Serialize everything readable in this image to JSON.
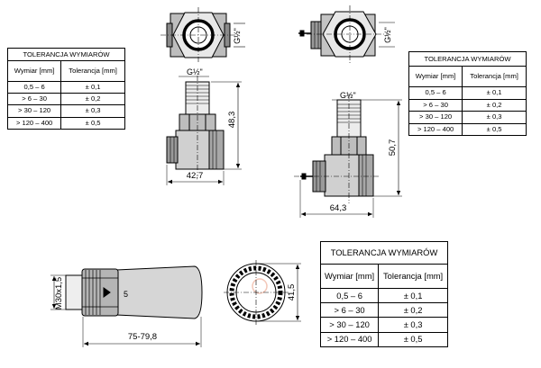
{
  "tables": [
    {
      "title": "TOLERANCJA WYMIARÓW",
      "col_headers": [
        "Wymiar [mm]",
        "Tolerancja [mm]"
      ],
      "rows": [
        {
          "range": "0,5 – 6",
          "tol": "± 0,1"
        },
        {
          "range": "> 6 – 30",
          "tol": "± 0,2"
        },
        {
          "range": "> 30 – 120",
          "tol": "± 0,3"
        },
        {
          "range": "> 120 – 400",
          "tol": "± 0,5"
        }
      ]
    },
    {
      "title": "TOLERANCJA WYMIARÓW",
      "col_headers": [
        "Wymiar [mm]",
        "Tolerancja [mm]"
      ],
      "rows": [
        {
          "range": "0,5 – 6",
          "tol": "± 0,1"
        },
        {
          "range": "> 6 – 30",
          "tol": "± 0,2"
        },
        {
          "range": "> 30 – 120",
          "tol": "± 0,3"
        },
        {
          "range": "> 120 – 400",
          "tol": "± 0,5"
        }
      ]
    },
    {
      "title": "TOLERANCJA WYMIARÓW",
      "col_headers": [
        "Wymiar [mm]",
        "Tolerancja [mm]"
      ],
      "rows": [
        {
          "range": "0,5 – 6",
          "tol": "± 0,1"
        },
        {
          "range": "> 6 – 30",
          "tol": "± 0,2"
        },
        {
          "range": "> 30 – 120",
          "tol": "± 0,3"
        },
        {
          "range": "> 120 – 400",
          "tol": "± 0,5"
        }
      ]
    }
  ],
  "dimensions": {
    "straight_valve_height": "48,3",
    "straight_valve_width": "42,7",
    "angle_valve_height": "50,7",
    "angle_valve_width": "64,3",
    "head_length": "75-79,8",
    "head_diameter": "41,5",
    "head_thread": "M30x1,5",
    "head_scale_mark": "5",
    "thread_label": "G½\""
  }
}
